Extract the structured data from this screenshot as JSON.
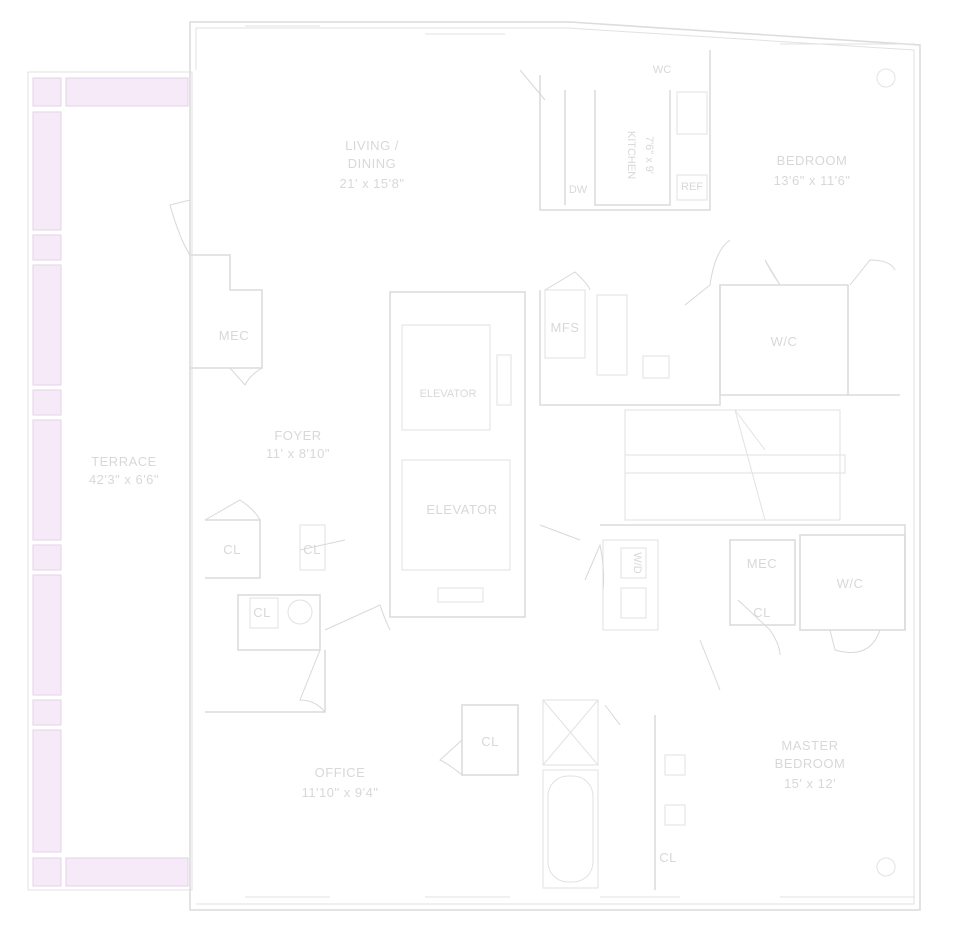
{
  "rooms": {
    "living": {
      "name": "LIVING /",
      "name2": "DINING",
      "dims": "21' x 15'8\""
    },
    "kitchen": {
      "name": "KITCHEN",
      "dims": "7'6\" x 9'"
    },
    "bedroom": {
      "name": "BEDROOM",
      "dims": "13'6\" x 11'6\""
    },
    "foyer": {
      "name": "FOYER",
      "dims": "11' x 8'10\""
    },
    "terrace": {
      "name": "TERRACE",
      "dims": "42'3\" x 6'6\""
    },
    "office": {
      "name": "OFFICE",
      "dims": "11'10\" x 9'4\""
    },
    "master": {
      "name": "MASTER",
      "name2": "BEDROOM",
      "dims": "15' x 12'"
    }
  },
  "labels": {
    "mec1": "MEC",
    "mec2": "MEC",
    "mfs": "MFS",
    "wic1": "W/C",
    "wic2": "W/C",
    "wd": "W/D",
    "cl1": "CL",
    "cl2": "CL",
    "cl3": "CL",
    "cl4": "CL",
    "cl5": "CL",
    "cl6": "CL",
    "elevator": "ELEVATOR",
    "elevator2": "ELEVATOR",
    "dw": "DW",
    "ref": "REF",
    "wc": "WC"
  }
}
